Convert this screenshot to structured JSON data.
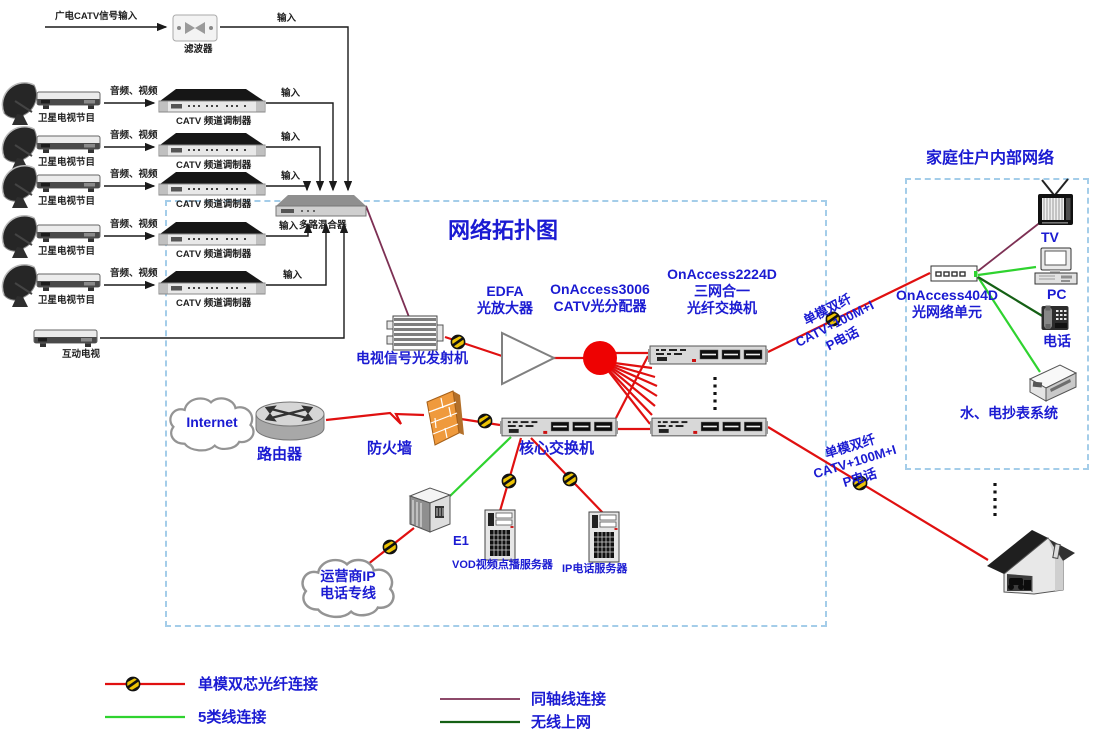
{
  "headend": {
    "catv_input_label": "广电CATV信号输入",
    "filter_label": "滤波器",
    "top_input_label": "输入",
    "mixer_label": "多路混合器",
    "interactive_tv_label": "互动电视",
    "rows": [
      {
        "program_label": "卫星电视节目",
        "av_label": "音频、视频",
        "modulator_label": "CATV 频道调制器",
        "input_label": "输入"
      },
      {
        "program_label": "卫星电视节目",
        "av_label": "音频、视频",
        "modulator_label": "CATV 频道调制器",
        "input_label": "输入"
      },
      {
        "program_label": "卫星电视节目",
        "av_label": "音频、视频",
        "modulator_label": "CATV 频道调制器",
        "input_label": "输入"
      },
      {
        "program_label": "卫星电视节目",
        "av_label": "音频、视频",
        "modulator_label": "CATV 频道调制器",
        "input_label": "输入"
      },
      {
        "program_label": "卫星电视节目",
        "av_label": "音频、视频",
        "modulator_label": "CATV 频道调制器",
        "input_label": "输入"
      }
    ]
  },
  "topology": {
    "title": "网络拓扑图",
    "transmitter_label": "电视信号光发射机",
    "edfa": {
      "line1": "EDFA",
      "line2": "光放大器"
    },
    "splitter": {
      "line1": "OnAccess3006",
      "line2": "CATV光分配器"
    },
    "fiber_switch": {
      "line1": "OnAccess2224D",
      "line2": "三网合一",
      "line3": "光纤交换机"
    },
    "core_switch_label": "核心交换机",
    "internet_label": "Internet",
    "router_label": "路由器",
    "firewall_label": "防火墙",
    "e1_label": "E1",
    "isp_cloud": {
      "line1": "运营商IP",
      "line2": "电话专线"
    },
    "vod_server_label": "VOD视频点播服务器",
    "ip_phone_server_label": "IP电话服务器"
  },
  "fiber_links": {
    "upper": {
      "line1": "单模双纤",
      "line2": "CATV+100M+I",
      "line3": "P电话"
    },
    "lower": {
      "line1": "单模双纤",
      "line2": "CATV+100M+I",
      "line3": "P电话"
    }
  },
  "home_network": {
    "title": "家庭住户内部网络",
    "onu": {
      "line1": "OnAccess404D",
      "line2": "光网络单元"
    },
    "tv_label": "TV",
    "pc_label": "PC",
    "phone_label": "电话",
    "meter_label": "水、电抄表系统"
  },
  "legend": {
    "fiber": {
      "label": "单模双芯光纤连接",
      "color": "#e01010"
    },
    "cat5": {
      "label": "5类线连接",
      "color": "#2fd32f"
    },
    "coax": {
      "label": "同轴线连接",
      "color": "#7d3054"
    },
    "wireless": {
      "label": "无线上网",
      "color": "#156015"
    }
  }
}
